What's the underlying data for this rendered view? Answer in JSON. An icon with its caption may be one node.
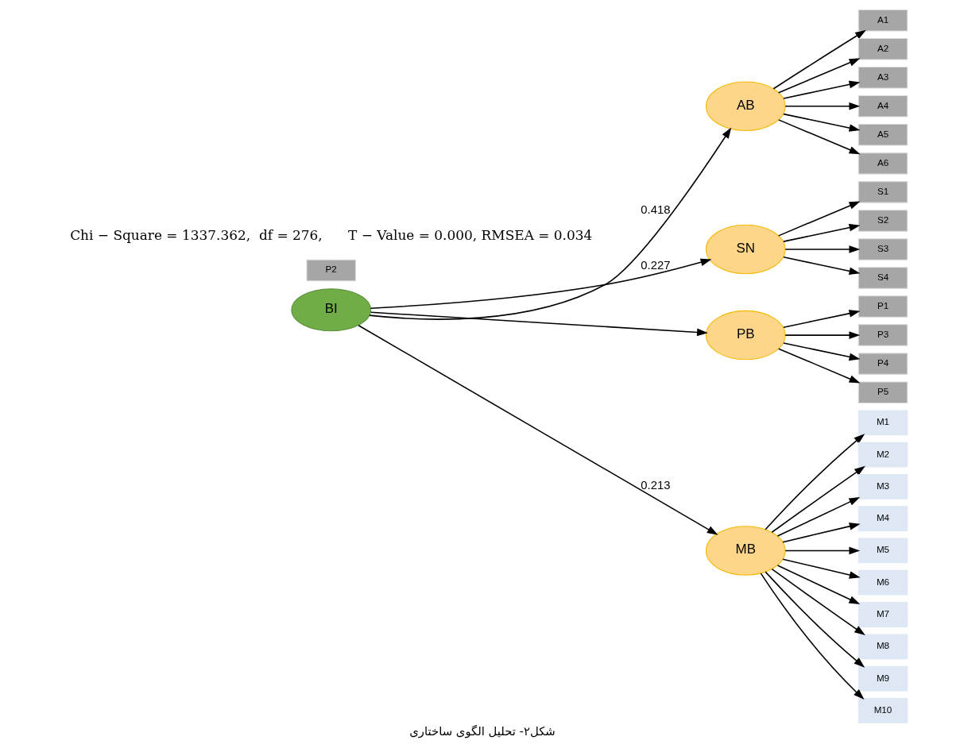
{
  "diagram": {
    "caption": "شکل۲- تحلیل الگوی ساختاری",
    "nodes": [
      {
        "text": [
          "AB"
        ]
      },
      {
        "text": [
          "SN"
        ]
      },
      {
        "text": [
          "PB"
        ]
      },
      {
        "text": [
          "BI"
        ]
      },
      {
        "text": [
          "MB"
        ]
      },
      {
        "text": [
          "A1"
        ]
      },
      {
        "text": [
          "A2"
        ]
      },
      {
        "text": [
          "A3"
        ]
      },
      {
        "text": [
          "A4"
        ]
      },
      {
        "text": [
          "A5"
        ]
      },
      {
        "text": [
          "A6"
        ]
      },
      {
        "text": [
          "S1"
        ]
      },
      {
        "text": [
          "S2"
        ]
      },
      {
        "text": [
          "S3"
        ]
      },
      {
        "text": [
          "S4"
        ]
      },
      {
        "text": [
          "P1"
        ]
      },
      {
        "text": [
          "P2"
        ]
      },
      {
        "text": [
          "P3"
        ]
      },
      {
        "text": [
          "P4"
        ]
      },
      {
        "text": [
          "P5"
        ]
      },
      {
        "text": [
          "M1"
        ]
      },
      {
        "text": [
          "M2"
        ]
      },
      {
        "text": [
          "M3"
        ]
      },
      {
        "text": [
          "M4"
        ]
      },
      {
        "text": [
          "M5"
        ]
      },
      {
        "text": [
          "M6"
        ]
      },
      {
        "text": [
          "M7"
        ]
      },
      {
        "text": [
          "M8"
        ]
      },
      {
        "text": [
          "M9"
        ]
      },
      {
        "text": [
          "M10"
        ]
      }
    ],
    "edges": [
      {
        "from": 3,
        "to": 0,
        "arrow": "to",
        "label": "0.418"
      },
      {
        "from": 3,
        "to": 1,
        "arrow": "to",
        "label": "0.227"
      },
      {
        "from": 3,
        "to": 2,
        "arrow": "to"
      },
      {
        "from": 3,
        "to": 4,
        "arrow": "to",
        "label": "0.213"
      },
      {
        "from": 0,
        "to": 5,
        "arrow": "to"
      },
      {
        "from": 0,
        "to": 6,
        "arrow": "to"
      },
      {
        "from": 0,
        "to": 7,
        "arrow": "to"
      },
      {
        "from": 0,
        "to": 8,
        "arrow": "to"
      },
      {
        "from": 0,
        "to": 9,
        "arrow": "to"
      },
      {
        "from": 0,
        "to": 10,
        "arrow": "to"
      },
      {
        "from": 1,
        "to": 11,
        "arrow": "to"
      },
      {
        "from": 1,
        "to": 12,
        "arrow": "to"
      },
      {
        "from": 1,
        "to": 13,
        "arrow": "to"
      },
      {
        "from": 1,
        "to": 14,
        "arrow": "to"
      },
      {
        "from": 2,
        "to": 15,
        "arrow": "to"
      },
      {
        "from": 2,
        "to": 17,
        "arrow": "to"
      },
      {
        "from": 2,
        "to": 18,
        "arrow": "to"
      },
      {
        "from": 2,
        "to": 19,
        "arrow": "to"
      },
      {
        "from": 4,
        "to": 20,
        "arrow": "to"
      },
      {
        "from": 4,
        "to": 21,
        "arrow": "to"
      },
      {
        "from": 4,
        "to": 22,
        "arrow": "to"
      },
      {
        "from": 4,
        "to": 23,
        "arrow": "to"
      },
      {
        "from": 4,
        "to": 24,
        "arrow": "to"
      },
      {
        "from": 4,
        "to": 25,
        "arrow": "to"
      },
      {
        "from": 4,
        "to": 26,
        "arrow": "to"
      },
      {
        "from": 4,
        "to": 27,
        "arrow": "to"
      },
      {
        "from": 4,
        "to": 28,
        "arrow": "to"
      },
      {
        "from": 4,
        "to": 29,
        "arrow": "to"
      }
    ],
    "labels": [
      "Chi − Square = 1337.362,  df = 276,      T − Value = 0.000, RMSEA = 0.034"
    ]
  }
}
